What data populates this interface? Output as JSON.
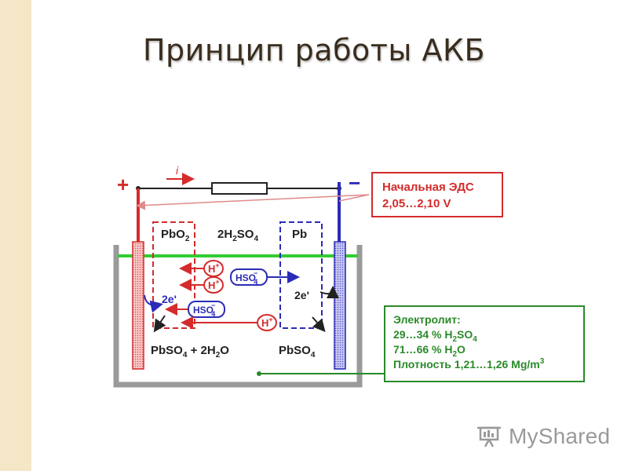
{
  "title": "Принцип работы АКБ",
  "diagram": {
    "plus": "+",
    "minus": "−",
    "current": "i",
    "emf_box": {
      "line1": "Начальная ЭДС",
      "line2": "2,05…2,10 V"
    },
    "left_electrode": {
      "label": "PbO",
      "sub": "2"
    },
    "center_label": {
      "pre": "2H",
      "sub1": "2",
      "mid": "SO",
      "sub2": "4"
    },
    "right_electrode": {
      "label": "Pb"
    },
    "ion_h": "H",
    "ion_h_sup": "+",
    "ion_hso4": {
      "pre": "HSO",
      "sub": "4",
      "sup": "−"
    },
    "e_left": "2e'",
    "e_right": "2e'",
    "product_left": {
      "p1": "PbSO",
      "s1": "4",
      "p2": " + 2H",
      "s2": "2",
      "p3": "O"
    },
    "product_right": {
      "p1": "PbSO",
      "s1": "4"
    },
    "electrolyte_box": {
      "line1": "Электролит:",
      "line2": {
        "pre": "29…34 %  H",
        "s1": "2",
        "mid": "SO",
        "s2": "4"
      },
      "line3": {
        "pre": "71…66 %  H",
        "s1": "2",
        "post": "O"
      },
      "line4": {
        "pre": "Плотность 1,21…1,26 Mg/m",
        "sup": "3"
      }
    }
  },
  "watermark": "MyShared",
  "colors": {
    "red": "#d42b2b",
    "blue": "#2b2bb8",
    "green": "#2a8a2a",
    "electrolyte_line": "#33cc33",
    "tank": "#9a9a9a",
    "side_strip": "#f5e6c8"
  }
}
